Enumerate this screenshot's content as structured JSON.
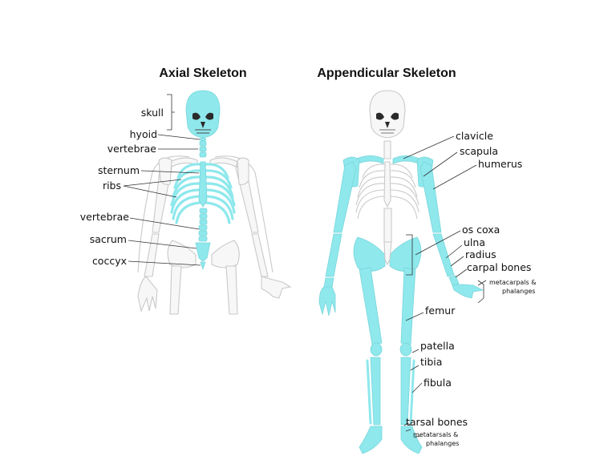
{
  "titles": {
    "axial": "Axial Skeleton",
    "appendicular": "Appendicular Skeleton"
  },
  "axial_labels": {
    "skull": "skull",
    "hyoid": "hyoid",
    "vertebrae_neck": "vertebrae",
    "sternum": "sternum",
    "ribs": "ribs",
    "vertebrae_spine": "vertebrae",
    "sacrum": "sacrum",
    "coccyx": "coccyx"
  },
  "appendicular_labels": {
    "clavicle": "clavicle",
    "scapula": "scapula",
    "humerus": "humerus",
    "os_coxa": "os coxa",
    "ulna": "ulna",
    "radius": "radius",
    "carpal_bones": "carpal bones",
    "metacarpals_1": "metacarpals  &",
    "metacarpals_2": "phalanges",
    "femur": "femur",
    "patella": "patella",
    "tibia": "tibia",
    "fibula": "fibula",
    "tarsal_bones": "tarsal bones",
    "metatarsals_1": "metatarsals  &",
    "metatarsals_2": "phalanges"
  },
  "colors": {
    "highlight_bone": "#8ee8ec",
    "outline": "#c9c9c9"
  }
}
